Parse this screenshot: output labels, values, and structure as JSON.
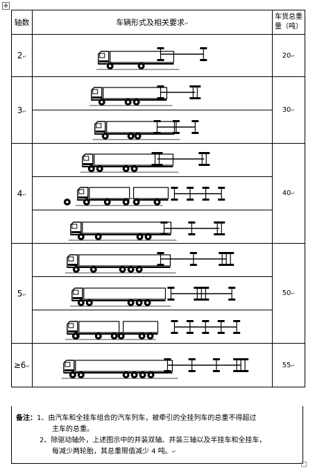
{
  "header": {
    "axles": "轴数",
    "vehicle_type": "车辆形式及相关要求",
    "weight_line1": "车货总重",
    "weight_line2": "量（吨）"
  },
  "groups": [
    {
      "axles": "2",
      "weight": "20"
    },
    {
      "axles": "3",
      "weight": "30"
    },
    {
      "axles": "4",
      "weight": "40"
    },
    {
      "axles": "5",
      "weight": "50"
    },
    {
      "axles": "≥6",
      "weight": "55"
    }
  ],
  "note": {
    "label": "备注：",
    "item1_line1": "1、由汽车和全挂车组合的汽车列车，被牵引的全挂列车的总重不得超过",
    "item1_line2": "主车的总重。",
    "item2_line1": "2、除驱动轴外，上述图示中的并装双轴、并装三轴以及半挂车和全挂车，",
    "item2_line2": "每减少两轮胎，其总重限值减少 4 吨。"
  },
  "marks": {
    "paragraph": "↵",
    "anchor": "✥"
  }
}
